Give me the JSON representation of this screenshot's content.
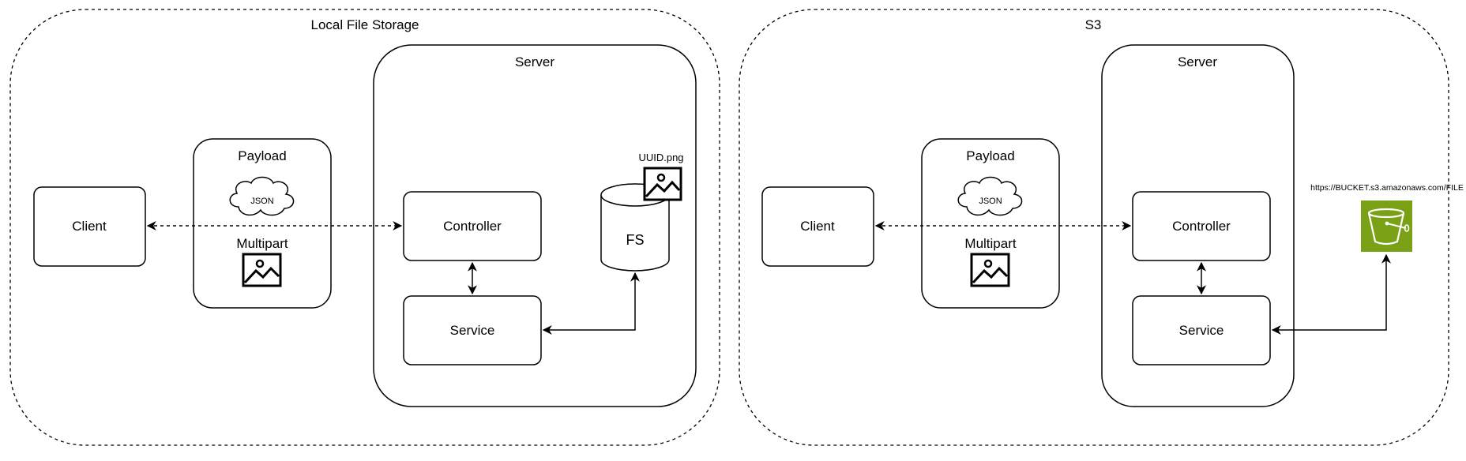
{
  "left_panel": {
    "title": "Local File Storage",
    "client_label": "Client",
    "payload": {
      "title": "Payload",
      "json_label": "JSON",
      "multipart_label": "Multipart",
      "image_icon": "image-icon",
      "cloud_icon": "cloud-icon"
    },
    "server": {
      "title": "Server",
      "controller_label": "Controller",
      "service_label": "Service",
      "fs_label": "FS",
      "file_label": "UUID.png",
      "file_icon": "image-icon"
    }
  },
  "right_panel": {
    "title": "S3",
    "client_label": "Client",
    "payload": {
      "title": "Payload",
      "json_label": "JSON",
      "multipart_label": "Multipart",
      "image_icon": "image-icon",
      "cloud_icon": "cloud-icon"
    },
    "server": {
      "title": "Server",
      "controller_label": "Controller",
      "service_label": "Service"
    },
    "bucket_url": "https://BUCKET.s3.amazonaws.com/FILE",
    "bucket_icon": "s3-bucket-icon",
    "bucket_color": "#7AA116"
  }
}
